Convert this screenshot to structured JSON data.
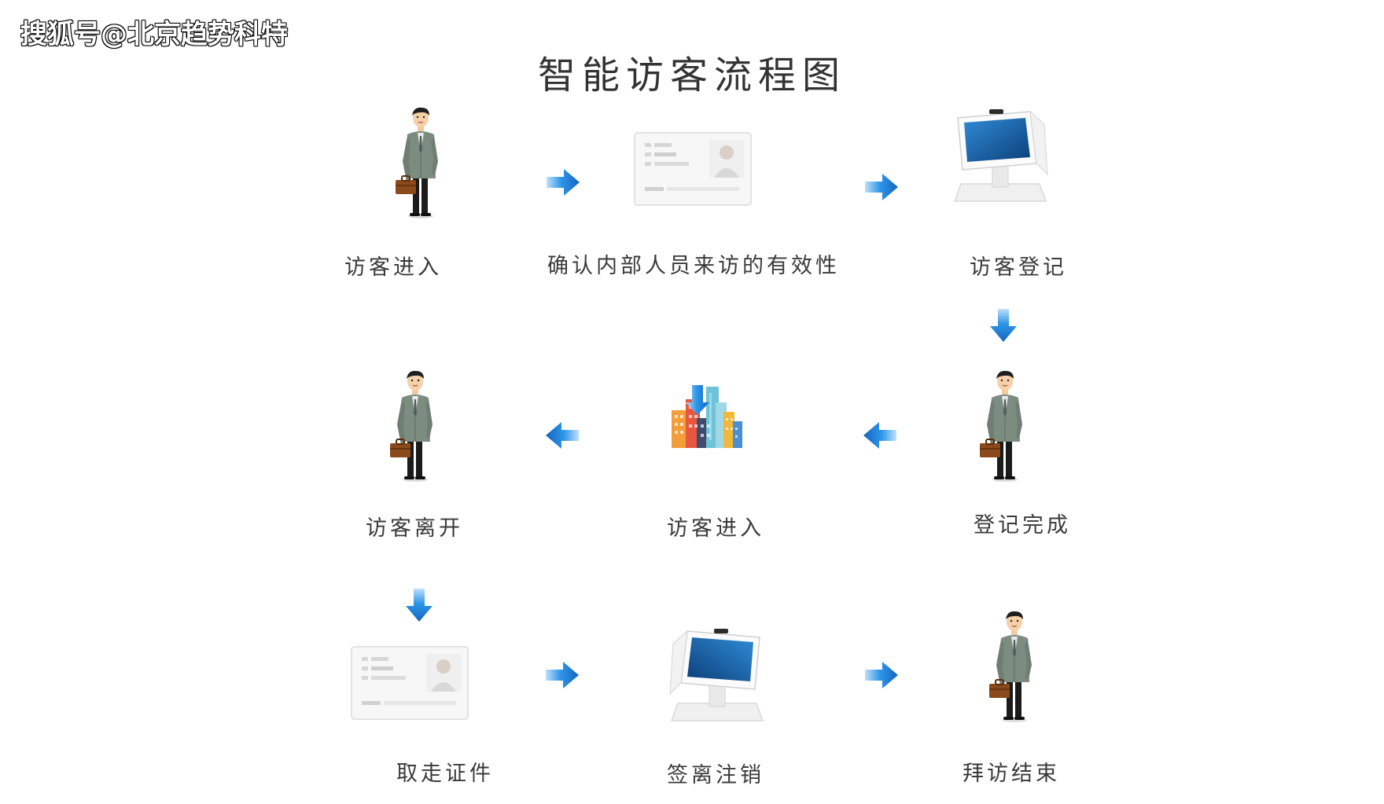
{
  "watermark": "搜狐号@北京趋势科特",
  "title": "智能访客流程图",
  "steps": [
    {
      "label": "访客进入",
      "icon": "businessman-icon"
    },
    {
      "label": "确认内部人员来访的有效性",
      "icon": "id-card-icon"
    },
    {
      "label": "访客登记",
      "icon": "kiosk-terminal-icon"
    },
    {
      "label": "登记完成",
      "icon": "businessman-icon"
    },
    {
      "label": "访客进入",
      "icon": "buildings-icon"
    },
    {
      "label": "访客离开",
      "icon": "businessman-icon"
    },
    {
      "label": "取走证件",
      "icon": "id-card-icon"
    },
    {
      "label": "签离注销",
      "icon": "kiosk-terminal-icon"
    },
    {
      "label": "拜访结束",
      "icon": "businessman-icon"
    }
  ],
  "colors": {
    "arrow": "#1e88e5",
    "suit": "#7d8c80",
    "briefcase": "#8b4a1c"
  }
}
